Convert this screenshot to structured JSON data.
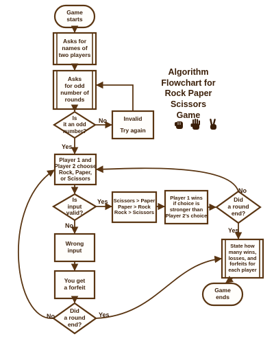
{
  "title": "Algorithm\nFlowchart for\nRock Paper Scissors\nGame",
  "nodes": {
    "start": "Game\nstarts",
    "ask_names": "Asks for\nnames of\ntwo players",
    "ask_rounds": "Asks\nfor odd\nnumber of\nrounds",
    "is_odd": "Is\nit an odd\nnumber?",
    "invalid": "Invalid\n\nTry again",
    "choose": "Player 1 and\nPlayer 2 choose\nRock, Paper,\nor Scissors",
    "is_valid": "Is\ninput\nvalid?",
    "rules": "Scissors > Paper\nPaper > Rock\nRock > Scissors",
    "p1_wins": "Player 1 wins\nif choice is\nstronger than\nPlayer 2's choice",
    "round_end_right": "Did\na round\nend?",
    "wrong_input": "Wrong\ninput",
    "forfeit": "You get\na forfeit",
    "round_end_bottom": "Did\na round\nend?",
    "state_wins": "State how\nmany wins,\nlosses, and\nforfeits for\neach player",
    "end": "Game\nends"
  },
  "edge_labels": {
    "odd_no": "No",
    "odd_yes": "Yes",
    "valid_yes": "Yes",
    "valid_no": "No",
    "right_no": "No",
    "right_yes": "Yes",
    "bottom_no": "No",
    "bottom_yes": "Yes"
  },
  "icons": [
    "rock-hand-icon",
    "paper-hand-icon",
    "scissors-hand-icon"
  ],
  "colors": {
    "ink": "#5a3512",
    "text": "#3a1e08",
    "fill": "#fffefb"
  }
}
